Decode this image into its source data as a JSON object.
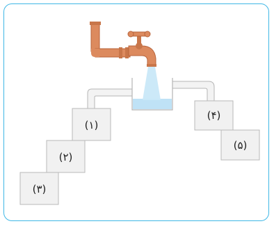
{
  "colors": {
    "frame": "#3fb7e6",
    "box_fill": "#f1f1f1",
    "box_stroke": "#b9b9b9",
    "pipe_fill": "#f3f3f3",
    "pipe_stroke": "#b5b5b5",
    "water": "#bfe2f6",
    "water_stream": "#9fd3f1",
    "faucet": "#dc8a5e",
    "faucet_dark": "#b8643c"
  },
  "boxes": [
    {
      "label": "(۱)"
    },
    {
      "label": "(۲)"
    },
    {
      "label": "(۳)"
    },
    {
      "label": "(۴)"
    },
    {
      "label": "(۵)"
    }
  ]
}
